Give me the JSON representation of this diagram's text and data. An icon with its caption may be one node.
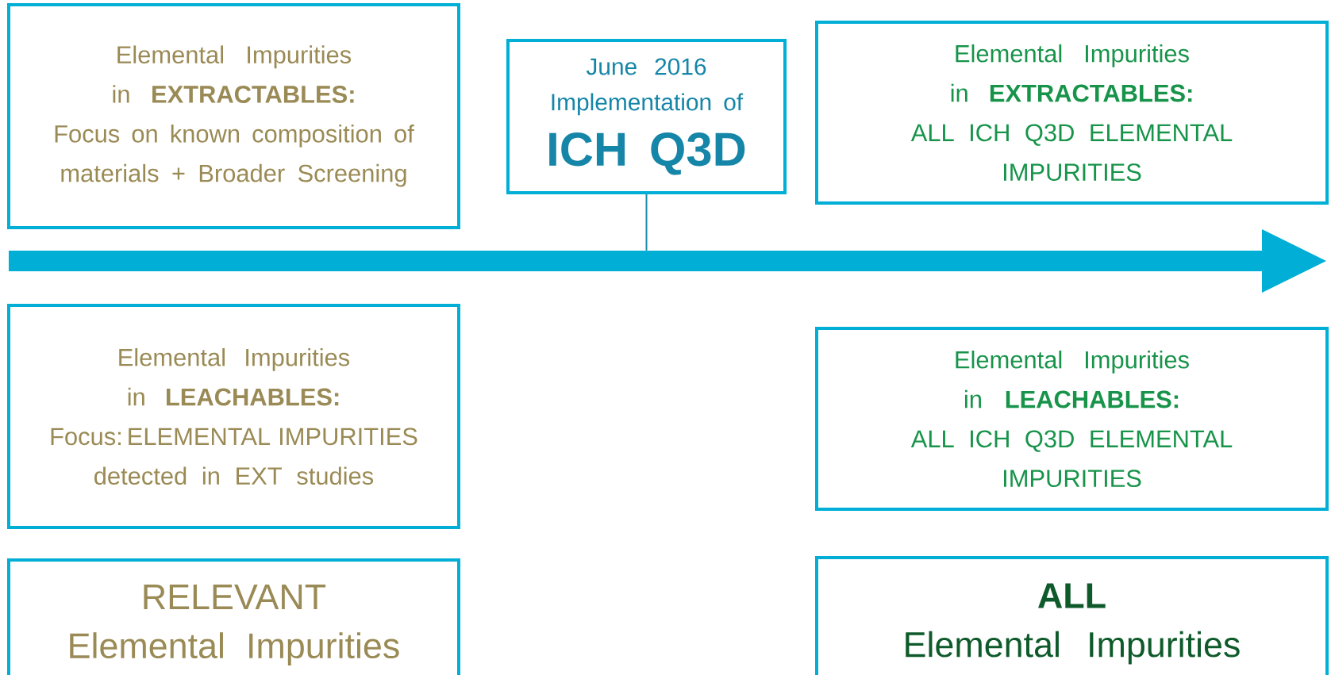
{
  "diagram": {
    "nodes": [
      {
        "text": [
          "Elemental Impurities in **EXTRACTABLES:**",
          "Focus on known composition of materials + Broader Screening"
        ]
      },
      {
        "text": [
          "June 2016 Implementation of",
          "ICH Q3D"
        ]
      },
      {
        "text": [
          "Elemental Impurities in **EXTRACTABLES:**",
          "ALL ICH Q3D ELEMENTAL IMPURITIES"
        ]
      },
      {
        "text": [],
        "shape": "bar"
      },
      {
        "text": [
          "Elemental Impurities in **LEACHABLES:**",
          "Focus: ELEMENTAL IMPURITIES detected in EXT studies"
        ]
      },
      {
        "text": [
          "Elemental Impurities in **LEACHABLES:**",
          "ALL ICH Q3D ELEMENTAL IMPURITIES"
        ]
      },
      {
        "text": [
          "RELEVANT",
          "Elemental Impurities"
        ]
      },
      {
        "text": [
          "ALL",
          "Elemental Impurities"
        ]
      }
    ],
    "edges": [
      {
        "from": 1,
        "to": 3,
        "arrow": "none",
        "color": "#1a8aa8"
      }
    ]
  }
}
